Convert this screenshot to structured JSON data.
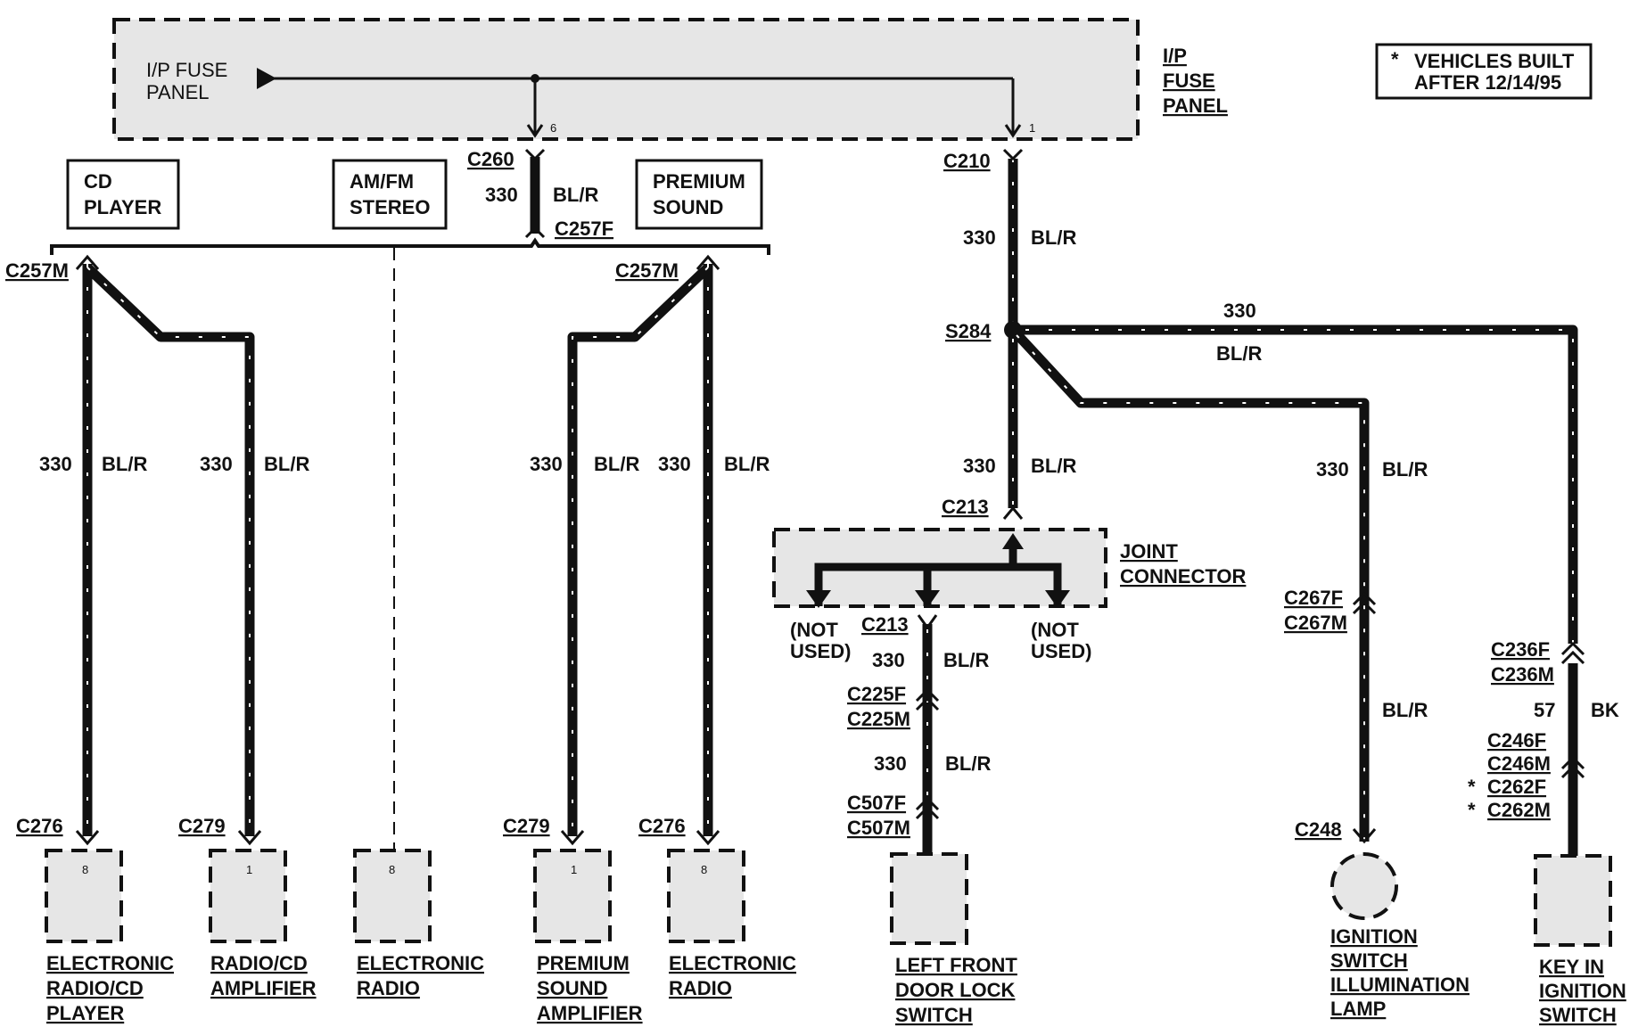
{
  "fuse_panel": {
    "label_line1": "I/P FUSE",
    "label_line2": "PANEL",
    "side_line1": "I/P",
    "side_line2": "FUSE",
    "side_line3": "PANEL",
    "pin_left": "6",
    "pin_right": "1"
  },
  "note": {
    "asterisk": "*",
    "line1": "VEHICLES BUILT",
    "line2": "AFTER 12/14/95"
  },
  "system_boxes": {
    "cd_player": [
      "CD",
      "PLAYER"
    ],
    "amfm": [
      "AM/FM",
      "STEREO"
    ],
    "premium": [
      "PREMIUM",
      "SOUND"
    ]
  },
  "connectors": {
    "c260": "C260",
    "c257f": "C257F",
    "c257m": "C257M",
    "c210": "C210",
    "s284": "S284",
    "c213": "C213",
    "c276": "C276",
    "c279": "C279",
    "c225f": "C225F",
    "c225m": "C225M",
    "c507f": "C507F",
    "c507m": "C507M",
    "c267f": "C267F",
    "c267m": "C267M",
    "c248": "C248",
    "c236f": "C236F",
    "c236m": "C236M",
    "c246f": "C246F",
    "c246m": "C246M",
    "c262f": "C262F",
    "c262m": "C262M"
  },
  "wire": {
    "circuit": "330",
    "color": "BL/R",
    "circuit_bk": "57",
    "color_bk": "BK"
  },
  "joint_connector": {
    "line1": "JOINT",
    "line2": "CONNECTOR",
    "not_used_1": "(NOT",
    "not_used_2": "USED)"
  },
  "components": {
    "erad_cd": {
      "pin": "8",
      "lines": [
        "ELECTRONIC",
        "RADIO/CD",
        "PLAYER"
      ]
    },
    "amp_cd": {
      "pin": "1",
      "lines": [
        "RADIO/CD",
        "AMPLIFIER"
      ]
    },
    "erad_1": {
      "pin": "8",
      "lines": [
        "ELECTRONIC",
        "RADIO"
      ]
    },
    "prem_amp": {
      "pin": "1",
      "lines": [
        "PREMIUM",
        "SOUND",
        "AMPLIFIER"
      ]
    },
    "erad_2": {
      "pin": "8",
      "lines": [
        "ELECTRONIC",
        "RADIO"
      ]
    },
    "door_lock": {
      "lines": [
        "LEFT FRONT",
        "DOOR LOCK",
        "SWITCH"
      ]
    },
    "ign_lamp": {
      "lines": [
        "IGNITION",
        "SWITCH",
        "ILLUMINATION",
        "LAMP"
      ]
    },
    "key_in": {
      "lines": [
        "KEY IN",
        "IGNITION",
        "SWITCH"
      ]
    }
  }
}
